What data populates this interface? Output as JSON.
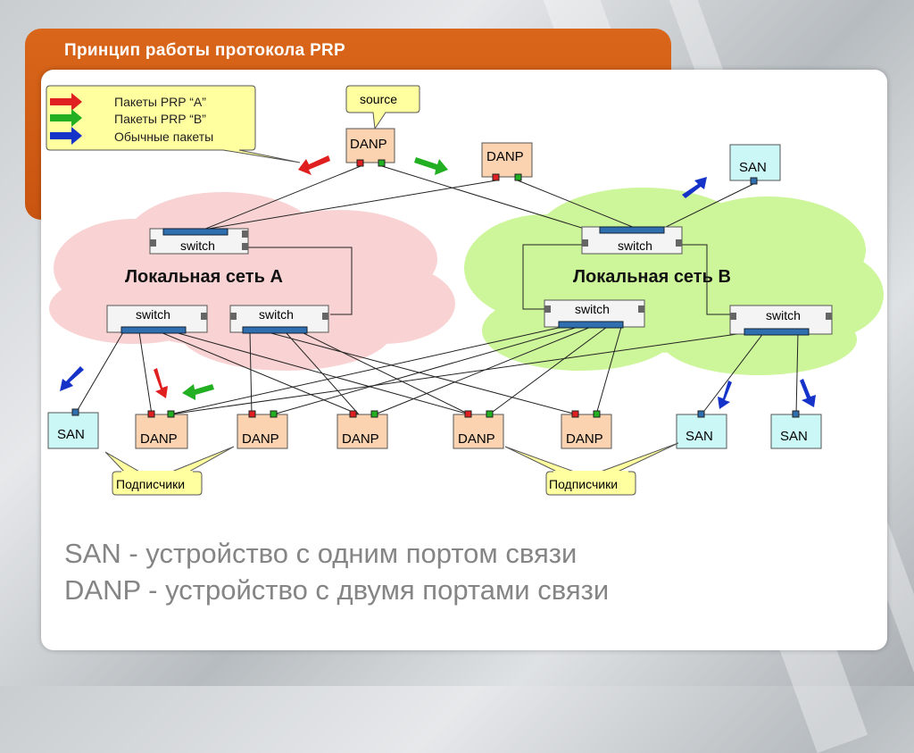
{
  "title": "Принцип работы протокола PRP",
  "legend": {
    "items": [
      {
        "label": "Пакеты PRP “A”",
        "color": "#e02020"
      },
      {
        "label": "Пакеты PRP “B”",
        "color": "#22b022"
      },
      {
        "label": "Обычные пакеты",
        "color": "#1533c8"
      }
    ]
  },
  "source_label": "source",
  "network_a_label": "Локальная сеть A",
  "network_b_label": "Локальная сеть B",
  "switch_label": "switch",
  "danp_label": "DANP",
  "san_label": "SAN",
  "subscribers_label": "Подписчики",
  "captions": [
    "SAN - устройство с одним портом связи",
    "DANP - устройство с двумя портами связи"
  ],
  "colors": {
    "title_band": "#d0601a",
    "danp_fill": "#fbd3b0",
    "san_fill": "#ccf7f7",
    "cloud_a": "#f9d3d3",
    "cloud_b": "#cdf59a",
    "callout": "#ffff9f"
  }
}
